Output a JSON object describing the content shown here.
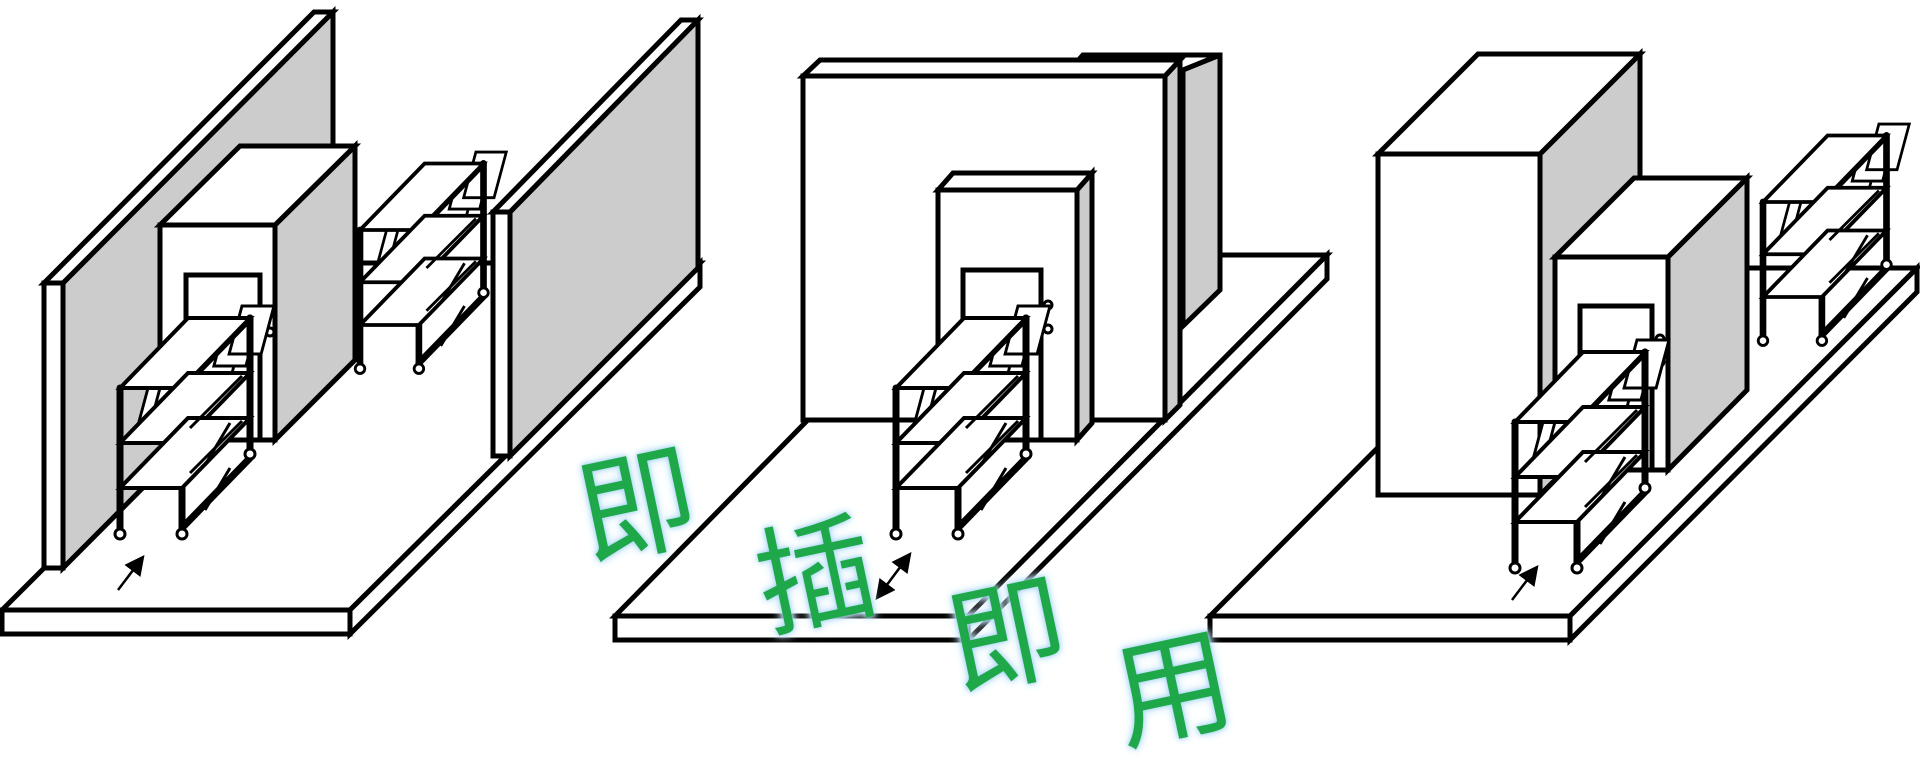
{
  "overlay_caption": {
    "chars": [
      "即",
      "插",
      "即",
      "用"
    ],
    "color": "#1fa84a",
    "glow_color": "#9fd3f2"
  },
  "colors": {
    "stroke": "#000000",
    "face": "#ffffff",
    "side": "#cccccc"
  },
  "scenes": [
    {
      "name": "scene-1",
      "arrow": "single-up-right"
    },
    {
      "name": "scene-2",
      "arrow": "double-headed"
    },
    {
      "name": "scene-3",
      "arrow": "single-up-right"
    }
  ]
}
